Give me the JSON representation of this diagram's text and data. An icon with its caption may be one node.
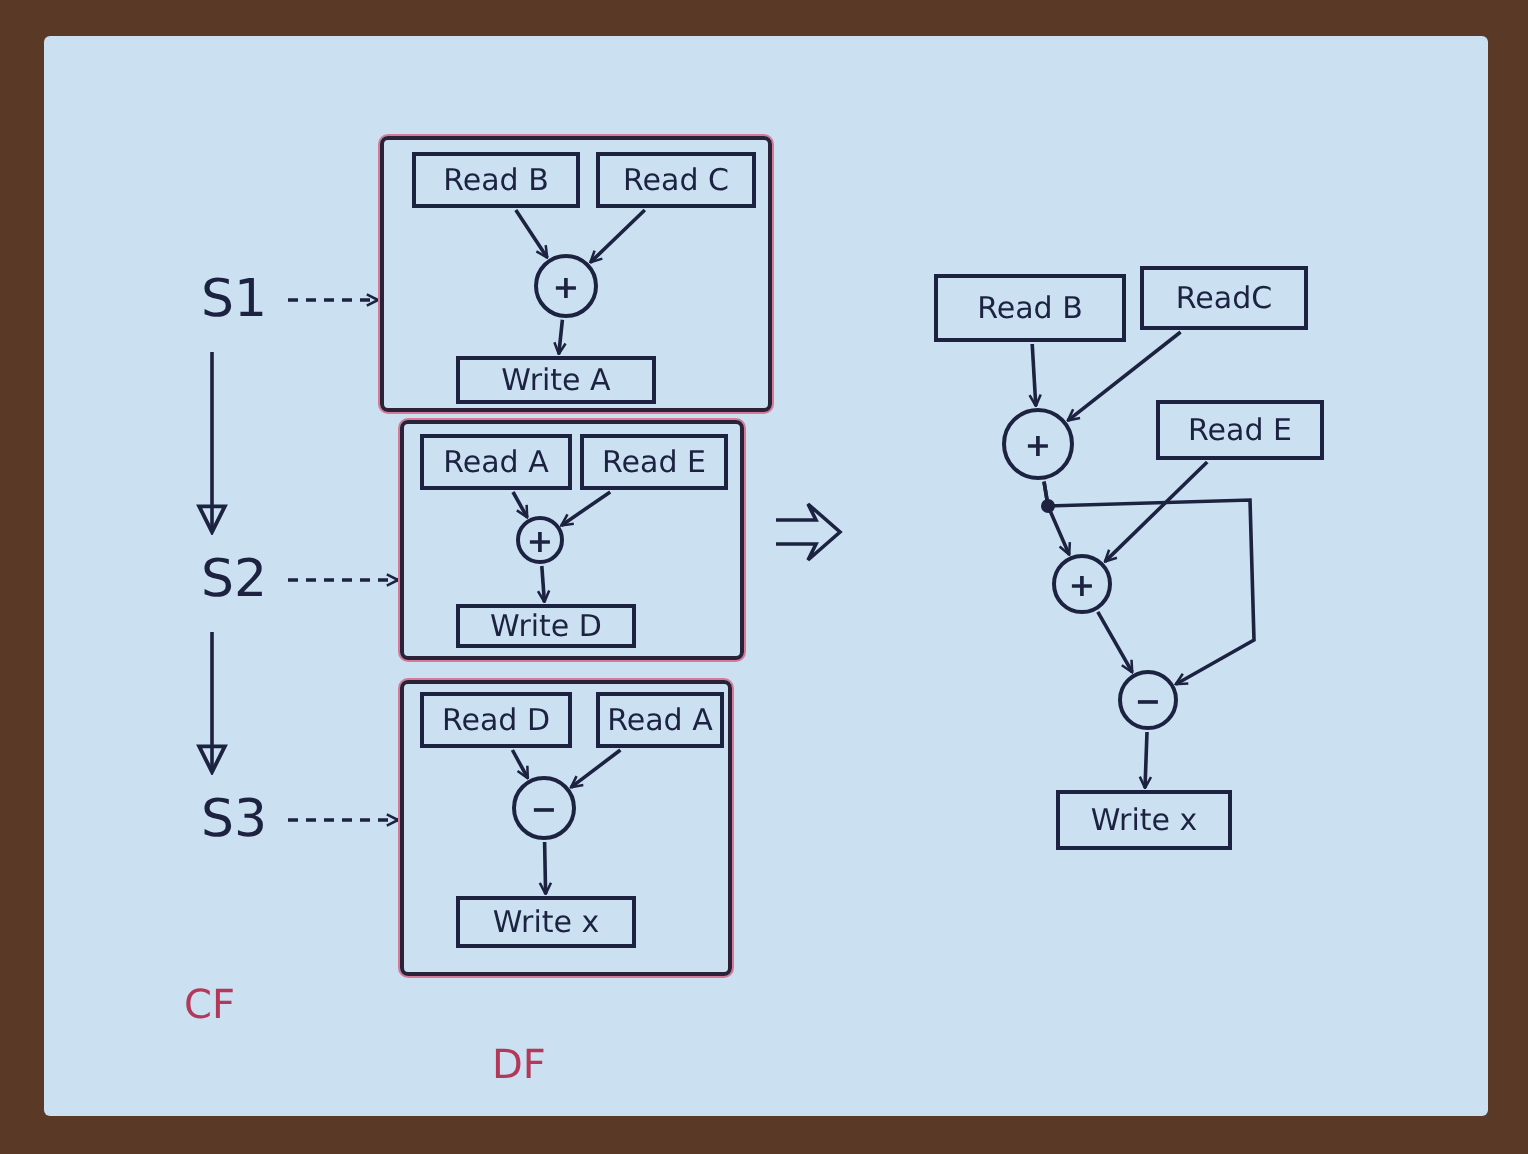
{
  "diagram": {
    "nodes": [
      {
        "text": [
          "S1"
        ]
      },
      {
        "text": [
          "S2"
        ]
      },
      {
        "text": [
          "S3"
        ]
      },
      {
        "text": [],
        "shape": "box"
      },
      {
        "text": [
          "Read B"
        ],
        "in": 3
      },
      {
        "text": [
          "Read C"
        ],
        "in": 3
      },
      {
        "text": [
          "+"
        ],
        "in": 3
      },
      {
        "text": [
          "Write A"
        ],
        "in": 3
      },
      {
        "text": [],
        "shape": "box"
      },
      {
        "text": [
          "Read A"
        ],
        "in": 8
      },
      {
        "text": [
          "Read E"
        ],
        "in": 8
      },
      {
        "text": [
          "+"
        ],
        "in": 8
      },
      {
        "text": [
          "Write D"
        ],
        "in": 8
      },
      {
        "text": [],
        "shape": "box"
      },
      {
        "text": [
          "Read D"
        ],
        "in": 13
      },
      {
        "text": [
          "Read A"
        ],
        "in": 13
      },
      {
        "text": [
          "−"
        ],
        "in": 13
      },
      {
        "text": [
          "Write x"
        ],
        "in": 13
      },
      {
        "text": [
          "Read B"
        ]
      },
      {
        "text": [
          "ReadC"
        ]
      },
      {
        "text": [
          "+"
        ]
      },
      {
        "text": [
          "Read E"
        ]
      },
      {
        "text": [
          "+"
        ]
      },
      {
        "text": [
          "−"
        ]
      },
      {
        "text": [
          "Write x"
        ]
      }
    ],
    "edges": [
      {
        "from": 0,
        "to": 3,
        "arrow": "to",
        "style": "dashed"
      },
      {
        "from": 1,
        "to": 8,
        "arrow": "to",
        "style": "dashed"
      },
      {
        "from": 2,
        "to": 13,
        "arrow": "to",
        "style": "dashed"
      },
      {
        "from": 0,
        "to": 1,
        "arrow": "to"
      },
      {
        "from": 1,
        "to": 2,
        "arrow": "to"
      },
      {
        "from": 4,
        "to": 6,
        "arrow": "to"
      },
      {
        "from": 5,
        "to": 6,
        "arrow": "to"
      },
      {
        "from": 6,
        "to": 7,
        "arrow": "to"
      },
      {
        "from": 9,
        "to": 11,
        "arrow": "to"
      },
      {
        "from": 10,
        "to": 11,
        "arrow": "to"
      },
      {
        "from": 11,
        "to": 12,
        "arrow": "to"
      },
      {
        "from": 14,
        "to": 16,
        "arrow": "to"
      },
      {
        "from": 15,
        "to": 16,
        "arrow": "to"
      },
      {
        "from": 16,
        "to": 17,
        "arrow": "to"
      },
      {
        "from": 18,
        "to": 20,
        "arrow": "to"
      },
      {
        "from": 19,
        "to": 20,
        "arrow": "to"
      },
      {
        "from": 20,
        "to": 22,
        "arrow": "to"
      },
      {
        "from": 21,
        "to": 22,
        "arrow": "to"
      },
      {
        "from": 20,
        "to": 23,
        "arrow": "to"
      },
      {
        "from": 22,
        "to": 23,
        "arrow": "to"
      },
      {
        "from": 23,
        "to": 24,
        "arrow": "to"
      }
    ],
    "labels": [
      "CF",
      "DF"
    ]
  }
}
